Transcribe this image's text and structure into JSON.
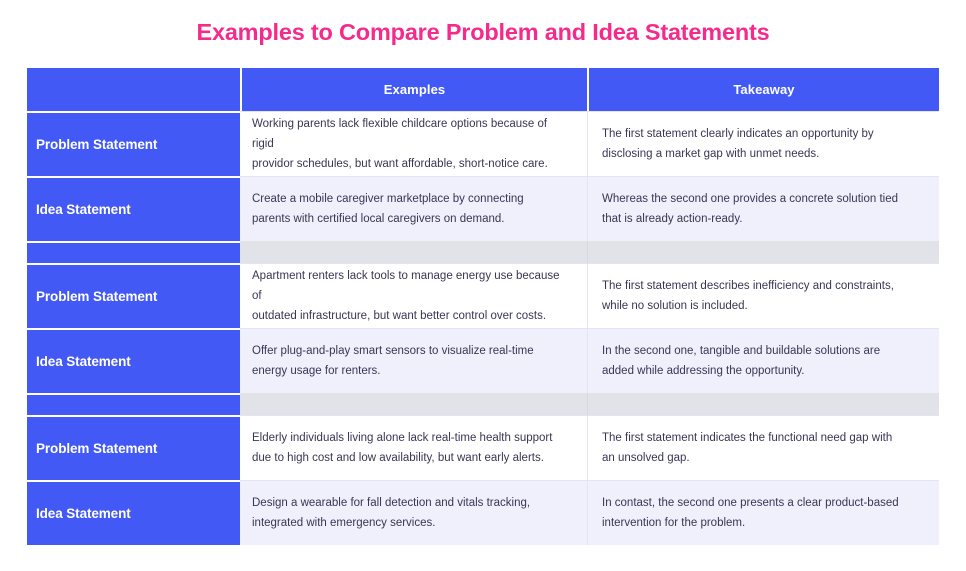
{
  "page": {
    "title": "Examples to Compare Problem and Idea Statements",
    "title_color": "#f42b8d",
    "accent_blue": "#4259f5",
    "lavender_row": "#eff0fc",
    "spacer_gray": "#e2e3e9",
    "body_text_color": "#3a3553"
  },
  "table": {
    "headers": {
      "label_col": "",
      "examples": "Examples",
      "takeaway": "Takeaway"
    },
    "labels": {
      "problem": "Problem Statement",
      "idea": "Idea Statement"
    },
    "groups": [
      {
        "problem": {
          "label": "Problem Statement",
          "examples": [
            "Working parents lack flexible childcare options because of rigid",
            "providor schedules, but want affordable, short-notice care."
          ],
          "takeaway": [
            "The first statement clearly indicates an opportunity by",
            "disclosing a market gap with unmet needs."
          ]
        },
        "idea": {
          "label": "Idea Statement",
          "examples": [
            "Create a mobile caregiver marketplace by connecting",
            "parents with certified local caregivers on demand."
          ],
          "takeaway": [
            "Whereas the second one provides a concrete solution tied",
            "that is already action-ready."
          ]
        }
      },
      {
        "problem": {
          "label": "Problem Statement",
          "examples": [
            "Apartment renters lack tools to manage energy use because of",
            "outdated infrastructure, but want better control over costs."
          ],
          "takeaway": [
            "The first statement describes inefficiency and constraints,",
            "while no solution is included."
          ]
        },
        "idea": {
          "label": "Idea Statement",
          "examples": [
            "Offer plug-and-play smart sensors to visualize real-time",
            "energy usage for renters."
          ],
          "takeaway": [
            "In the second one, tangible and buildable solutions are",
            "added while addressing the opportunity."
          ]
        }
      },
      {
        "problem": {
          "label": "Problem Statement",
          "examples": [
            "Elderly individuals living alone lack real-time health support",
            "due to high cost and low availability, but want early alerts."
          ],
          "takeaway": [
            "The first statement indicates the functional need gap with",
            "an unsolved gap."
          ]
        },
        "idea": {
          "label": "Idea Statement",
          "examples": [
            "Design a wearable for fall detection and vitals tracking,",
            "integrated with emergency services."
          ],
          "takeaway": [
            "In contast, the second one presents a clear product-based",
            "intervention for the problem."
          ]
        }
      }
    ]
  }
}
